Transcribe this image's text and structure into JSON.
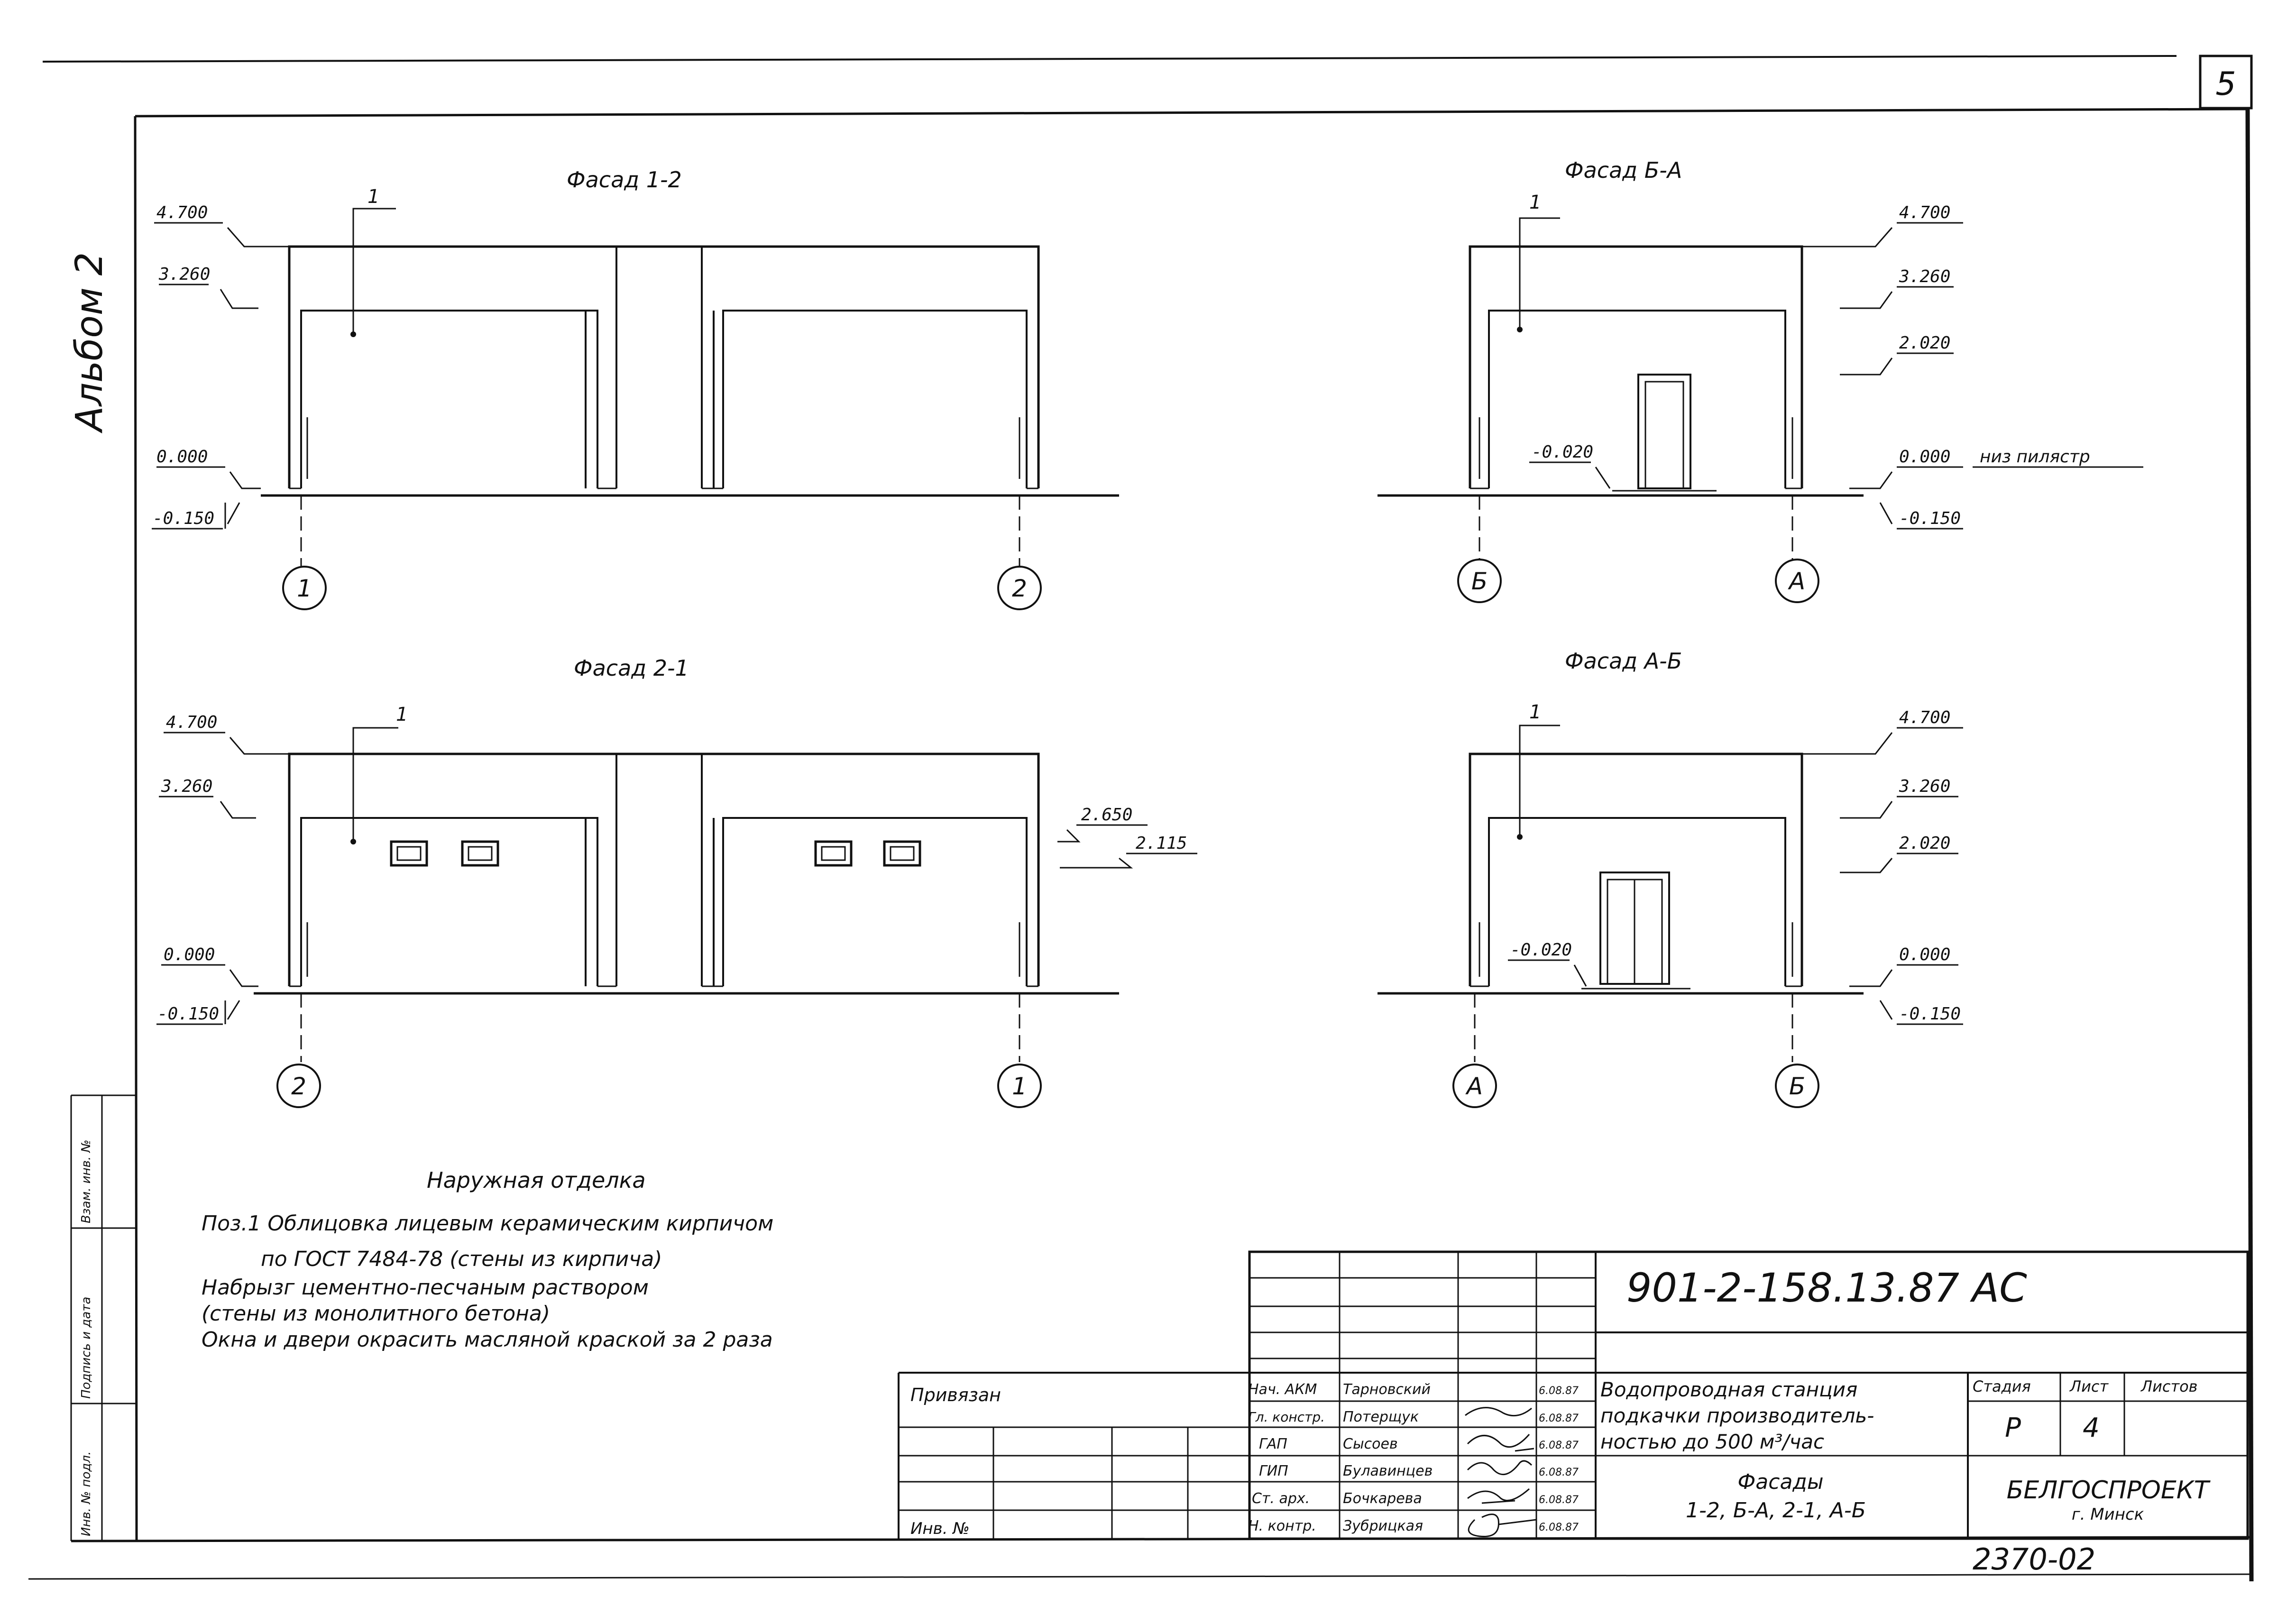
{
  "sheet": {
    "page_number": "5",
    "album": "Альбом 2",
    "copy_number": "2370-02"
  },
  "facades": {
    "f12": {
      "title": "Фасад 1-2",
      "callout": "1",
      "axis_left": "1",
      "axis_right": "2",
      "levels": [
        "4.700",
        "3.260",
        "0.000",
        "-0.150"
      ]
    },
    "fba": {
      "title": "Фасад Б-А",
      "callout": "1",
      "axis_left": "Б",
      "axis_right": "А",
      "levels": [
        "4.700",
        "3.260",
        "2.020",
        "0.000",
        "-0.150"
      ],
      "door_level": "-0.020",
      "plinth_note": "низ пилястр"
    },
    "f21": {
      "title": "Фасад 2-1",
      "callout": "1",
      "axis_left": "2",
      "axis_right": "1",
      "levels": [
        "4.700",
        "3.260",
        "0.000",
        "-0.150"
      ],
      "window_levels": [
        "2.650",
        "2.115"
      ]
    },
    "fab": {
      "title": "Фасад А-Б",
      "callout": "1",
      "axis_left": "А",
      "axis_right": "Б",
      "levels": [
        "4.700",
        "3.260",
        "2.020",
        "0.000",
        "-0.150"
      ],
      "door_level": "-0.020"
    }
  },
  "notes": {
    "title": "Наружная отделка",
    "lines": [
      "Поз.1  Облицовка лицевым керамическим кирпичом",
      "по ГОСТ 7484-78 (стены из кирпича)",
      "Набрызг цементно-песчаным раствором",
      "(стены из монолитного бетона)",
      "Окна и двери окрасить масляной краской за 2 раза"
    ]
  },
  "side_stamp": [
    "Взам. инв. №",
    "Подпись и дата",
    "Инв. № подл."
  ],
  "tie_block": {
    "label": "Привязан",
    "inv_label": "Инв. №"
  },
  "title_block": {
    "code": "901-2-158.13.87  АС",
    "project": [
      "Водопроводная станция",
      "подкачки производитель-",
      "ностью до 500 м³/час"
    ],
    "sheet_title": [
      "Фасады",
      "1-2, Б-А, 2-1, А-Б"
    ],
    "stage_label": "Стадия",
    "sheet_label": "Лист",
    "sheets_label": "Листов",
    "stage": "Р",
    "sheet_no": "4",
    "sheets_total": "",
    "org": "БЕЛГОСПРОЕКТ",
    "city": "г. Минск",
    "staff": [
      {
        "role": "Нач. АКМ",
        "name": "Тарновский",
        "sign": "",
        "date": "6.08.87"
      },
      {
        "role": "Гл. констр.",
        "name": "Потерщук",
        "sign": "",
        "date": "6.08.87"
      },
      {
        "role": "ГАП",
        "name": "Сысоев",
        "sign": "",
        "date": "6.08.87"
      },
      {
        "role": "ГИП",
        "name": "Булавинцев",
        "sign": "",
        "date": "6.08.87"
      },
      {
        "role": "Ст. арх.",
        "name": "Бочкарева",
        "sign": "",
        "date": "6.08.87"
      },
      {
        "role": "Н. контр.",
        "name": "Зубрицкая",
        "sign": "",
        "date": "6.08.87"
      }
    ]
  }
}
